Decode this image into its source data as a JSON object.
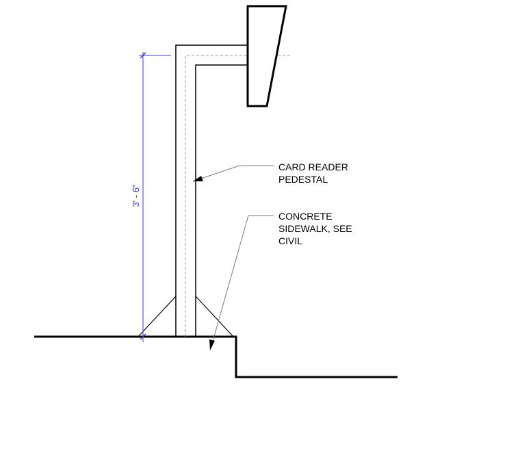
{
  "colors": {
    "linework": "#000000",
    "dimension": "#3a3ad0",
    "hidden_line": "#9a9a9a",
    "background": "#ffffff"
  },
  "dimension": {
    "label": "3' - 6\""
  },
  "notes": {
    "pedestal": [
      "CARD READER",
      "PEDESTAL"
    ],
    "sidewalk": [
      "CONCRETE",
      "SIDEWALK, SEE",
      "CIVIL"
    ]
  }
}
